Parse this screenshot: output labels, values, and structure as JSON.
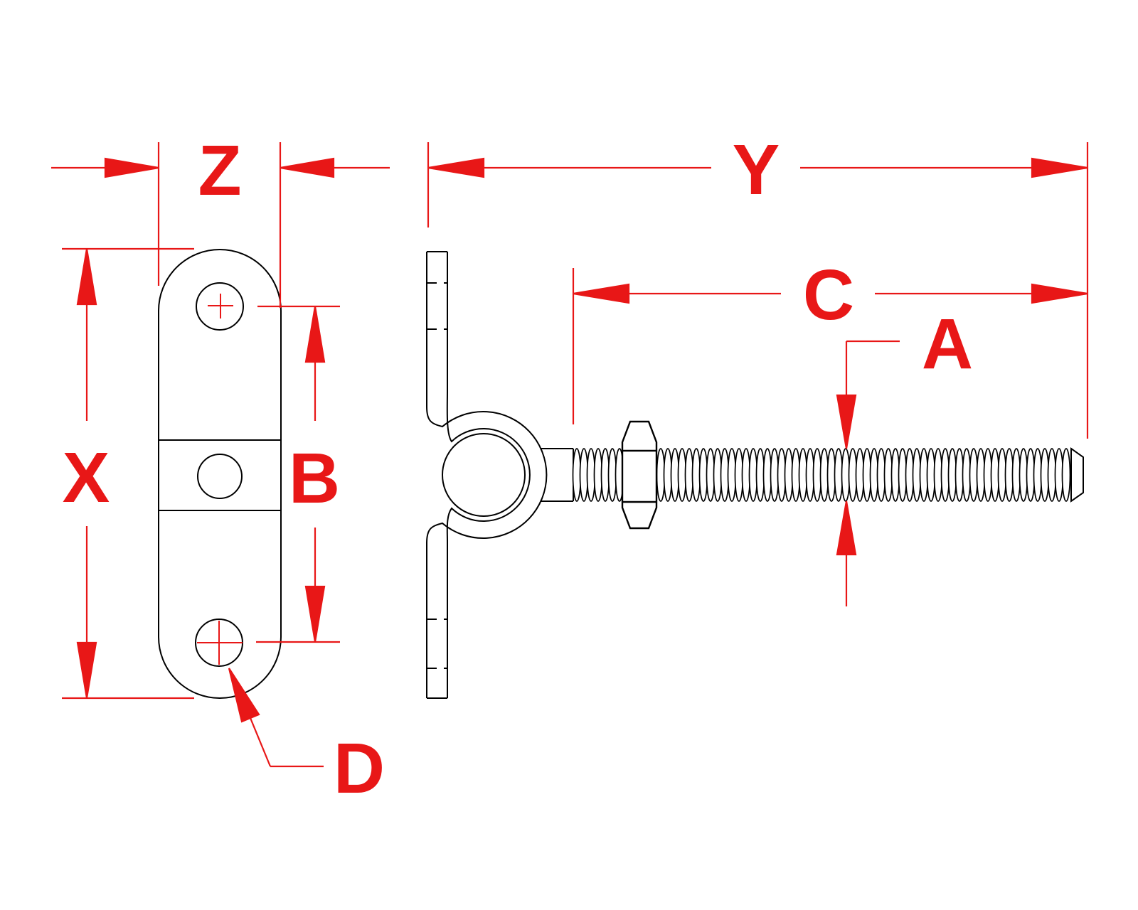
{
  "drawing": {
    "type": "technical-dimension-drawing",
    "views": [
      "front-view-plate",
      "side-view-eye-bolt"
    ],
    "dim_labels": {
      "z": "Z",
      "y": "Y",
      "x": "X",
      "b": "B",
      "c": "C",
      "a": "A",
      "d": "D"
    },
    "colors": {
      "dimension": "#e81717",
      "drawing": "#000000",
      "background": "#ffffff"
    }
  }
}
